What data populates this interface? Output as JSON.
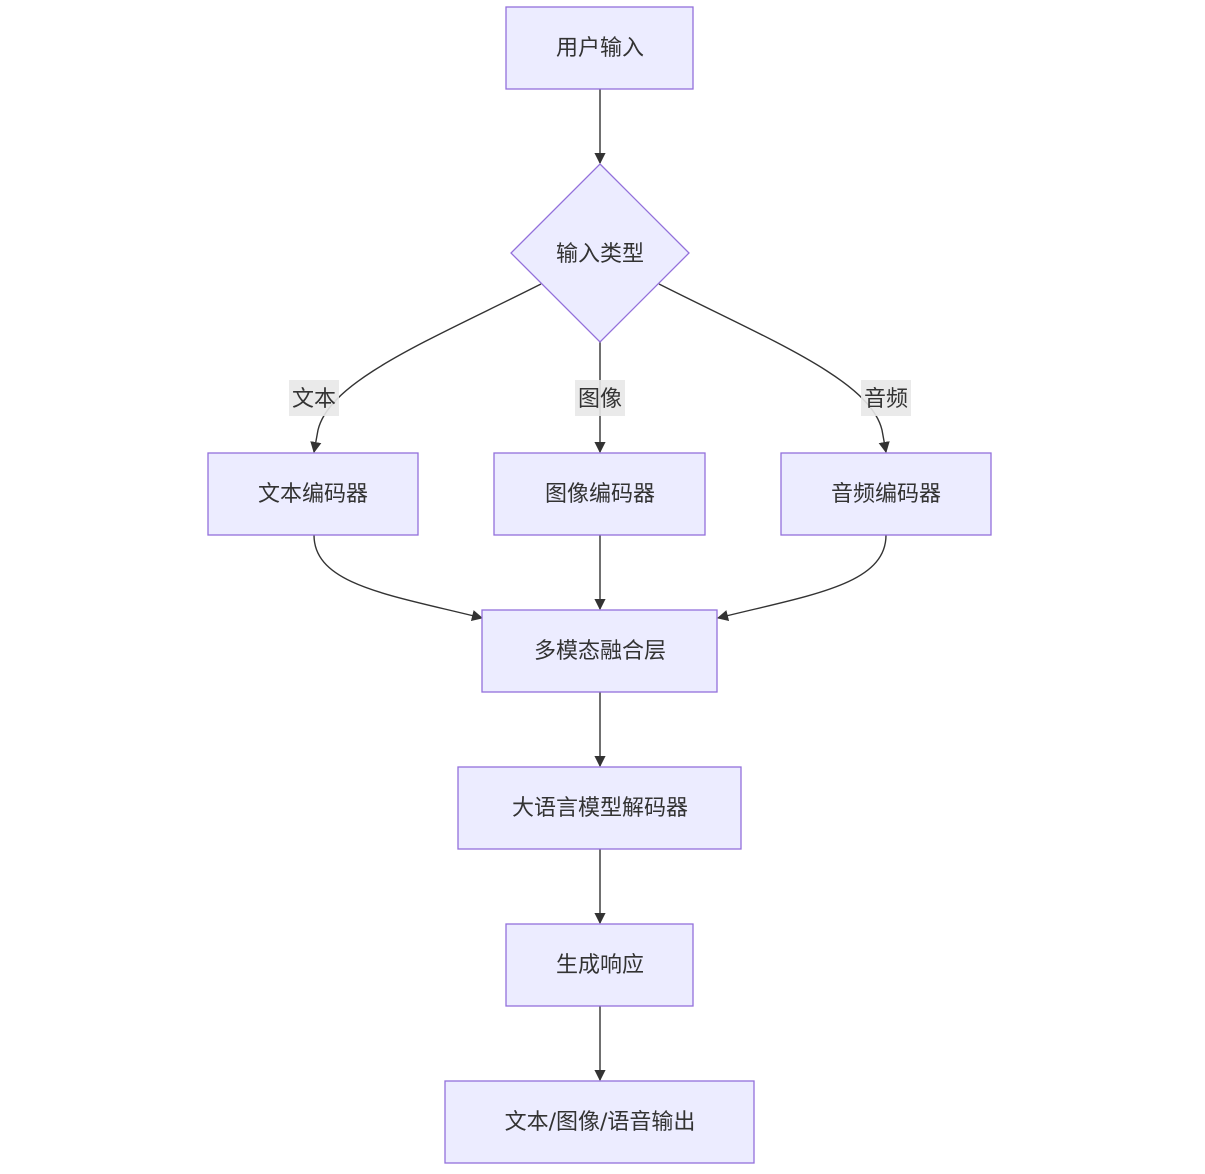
{
  "nodes": {
    "user_input": "用户输入",
    "input_type": "输入类型",
    "text_encoder": "文本编码器",
    "image_encoder": "图像编码器",
    "audio_encoder": "音频编码器",
    "fusion_layer": "多模态融合层",
    "llm_decoder": "大语言模型解码器",
    "generate_response": "生成响应",
    "output": "文本/图像/语音输出"
  },
  "edge_labels": {
    "text": "文本",
    "image": "图像",
    "audio": "音频"
  },
  "colors": {
    "node_fill": "#ECECFF",
    "node_stroke": "#9370DB",
    "edge": "#333333",
    "edge_label_bg": "#e8e8e8"
  }
}
